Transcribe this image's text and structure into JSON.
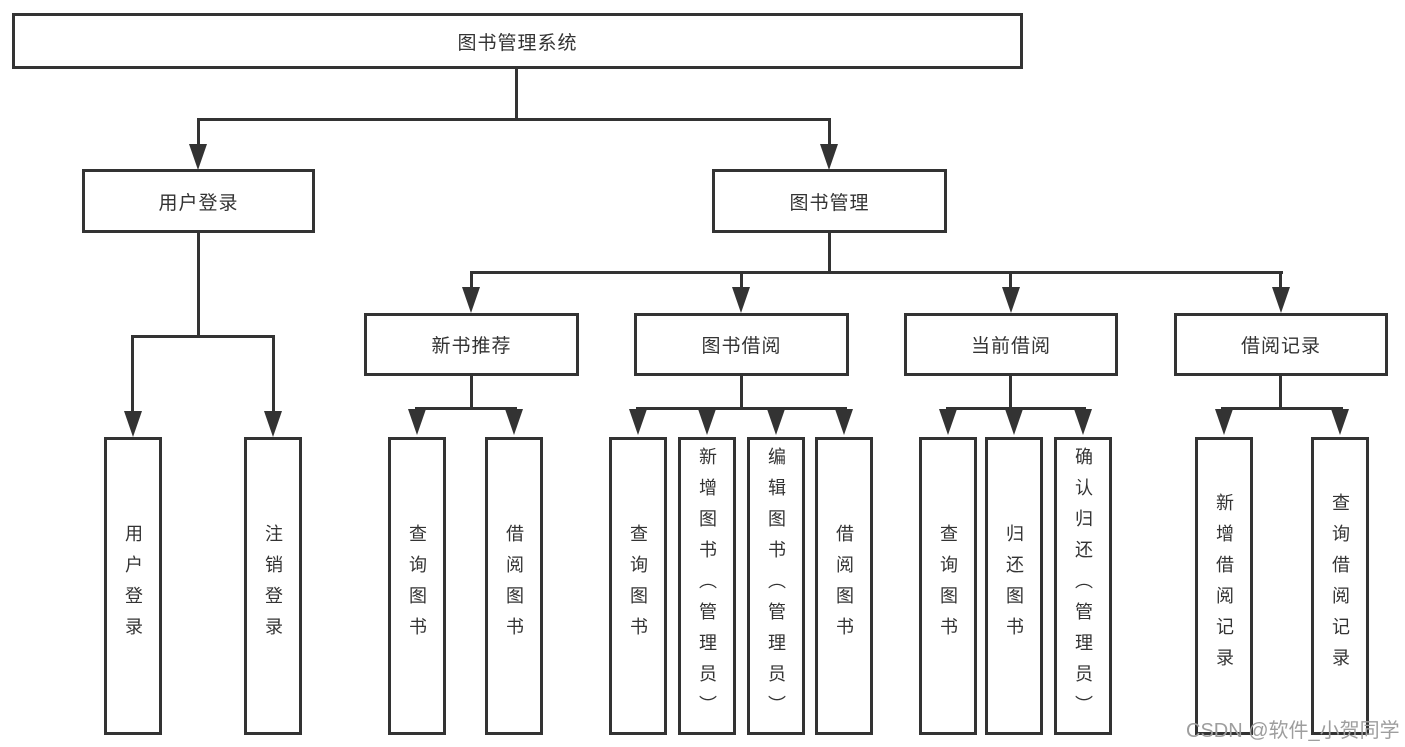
{
  "colors": {
    "line": "#333333",
    "text": "#333333",
    "box_bg": "#ffffff",
    "canvas": "#ffffff",
    "watermark": "#9e9e9e"
  },
  "root": {
    "label": "图书管理系统"
  },
  "user_login": {
    "label": "用户登录",
    "children": [
      {
        "label": "用户登录"
      },
      {
        "label": "注销登录"
      }
    ]
  },
  "book_mgmt": {
    "label": "图书管理"
  },
  "new_book_rec": {
    "label": "新书推荐",
    "children": [
      {
        "label": "查询图书"
      },
      {
        "label": "借阅图书"
      }
    ]
  },
  "book_borrow": {
    "label": "图书借阅",
    "children": [
      {
        "label": "查询图书"
      },
      {
        "label": "新增图书（管理员）"
      },
      {
        "label": "编辑图书（管理员）"
      },
      {
        "label": "借阅图书"
      }
    ]
  },
  "current_borrow": {
    "label": "当前借阅",
    "children": [
      {
        "label": "查询图书"
      },
      {
        "label": "归还图书"
      },
      {
        "label": "确认归还（管理员）"
      }
    ]
  },
  "borrow_records": {
    "label": "借阅记录",
    "children": [
      {
        "label": "新增借阅记录"
      },
      {
        "label": "查询借阅记录"
      }
    ]
  },
  "watermark": {
    "text": "CSDN @软件_小贺同学"
  }
}
